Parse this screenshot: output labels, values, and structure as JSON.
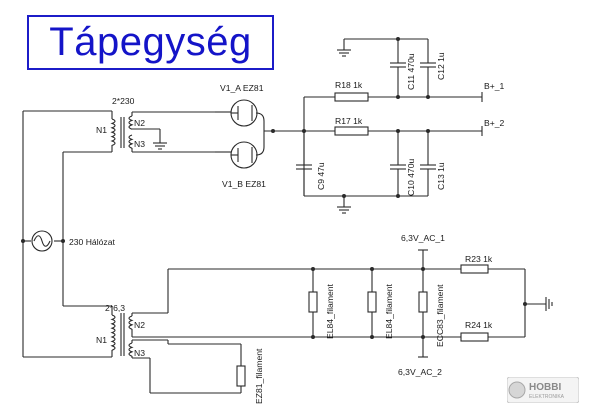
{
  "title": "Tápegység",
  "labels": {
    "tr1_ratio": "2*230",
    "tr1_n1": "N1",
    "tr1_n2": "N2",
    "tr1_n3": "N3",
    "tr2_ratio": "2*6,3",
    "tr2_n1": "N1",
    "tr2_n2": "N2",
    "tr2_n3": "N3",
    "v1a": "V1_A EZ81",
    "v1b": "V1_B EZ81",
    "r18": "R18 1k",
    "r17": "R17 1k",
    "c11": "C11 470u",
    "c12": "C12 1u",
    "c9": "C9 47u",
    "c10": "C10 470u",
    "c13": "C13 1u",
    "bplus1": "B+_1",
    "bplus2": "B+_2",
    "mains": "230 Hálózat",
    "ac1": "6,3V_AC_1",
    "ac2": "6,3V_AC_2",
    "r23": "R23 1k",
    "r24": "R24 1k",
    "el84a": "EL84_filament",
    "el84b": "EL84_filament",
    "ecc83": "ECC83_filament",
    "ez81": "EZ81_filament"
  },
  "logo": {
    "brand": "HOBBI",
    "sub": "ELEKTRONIKA"
  },
  "colors": {
    "title": "#1414c8",
    "wire": "#2a2a2a"
  }
}
